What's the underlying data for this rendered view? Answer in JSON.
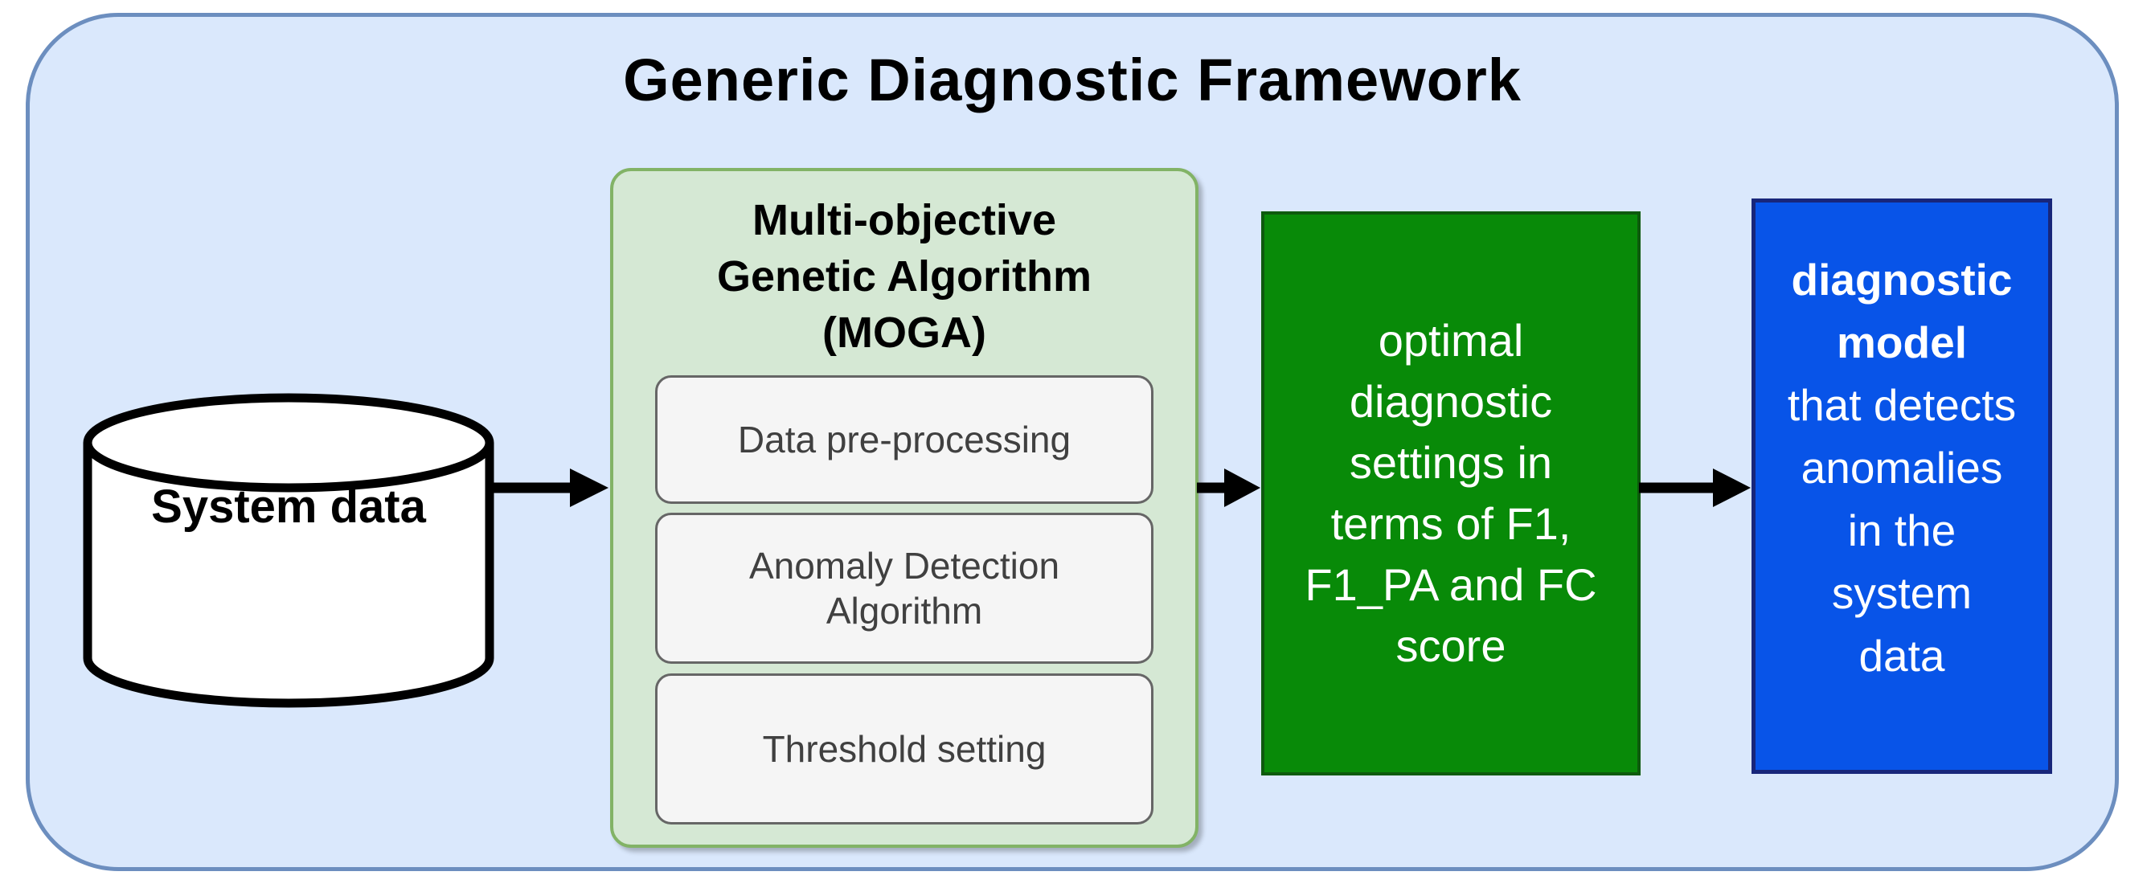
{
  "diagram": {
    "title": "Generic Diagnostic Framework",
    "source_database": {
      "label": "System data"
    },
    "moga": {
      "title_lines": [
        "Multi-objective",
        "Genetic Algorithm",
        "(MOGA)"
      ],
      "steps": [
        "Data pre-processing",
        "Anomaly Detection Algorithm",
        "Threshold setting"
      ]
    },
    "optimal_settings_box": {
      "lines": [
        "optimal",
        "diagnostic",
        "settings in",
        "terms of F1,",
        "F1_PA and FC",
        "score"
      ]
    },
    "diagnostic_model_box": {
      "bold_lines": [
        "diagnostic",
        "model"
      ],
      "lines": [
        "that detects",
        "anomalies",
        "in the",
        "system",
        "data"
      ]
    },
    "colors": {
      "frame_fill": "#dae8fc",
      "frame_border": "#6c8ebf",
      "moga_fill": "#d5e8d4",
      "moga_border": "#82b366",
      "step_fill": "#f5f5f5",
      "step_border": "#666666",
      "step_text": "#404040",
      "optimal_settings_fill": "#088a08",
      "optimal_settings_border": "#0d5a0d",
      "model_fill": "#0854e8",
      "model_border": "#18267a",
      "cylinder_fill": "#ffffff",
      "cylinder_border": "#000000",
      "arrow_color": "#000000",
      "title_text": "#000000",
      "light_text": "#ffffff"
    }
  }
}
